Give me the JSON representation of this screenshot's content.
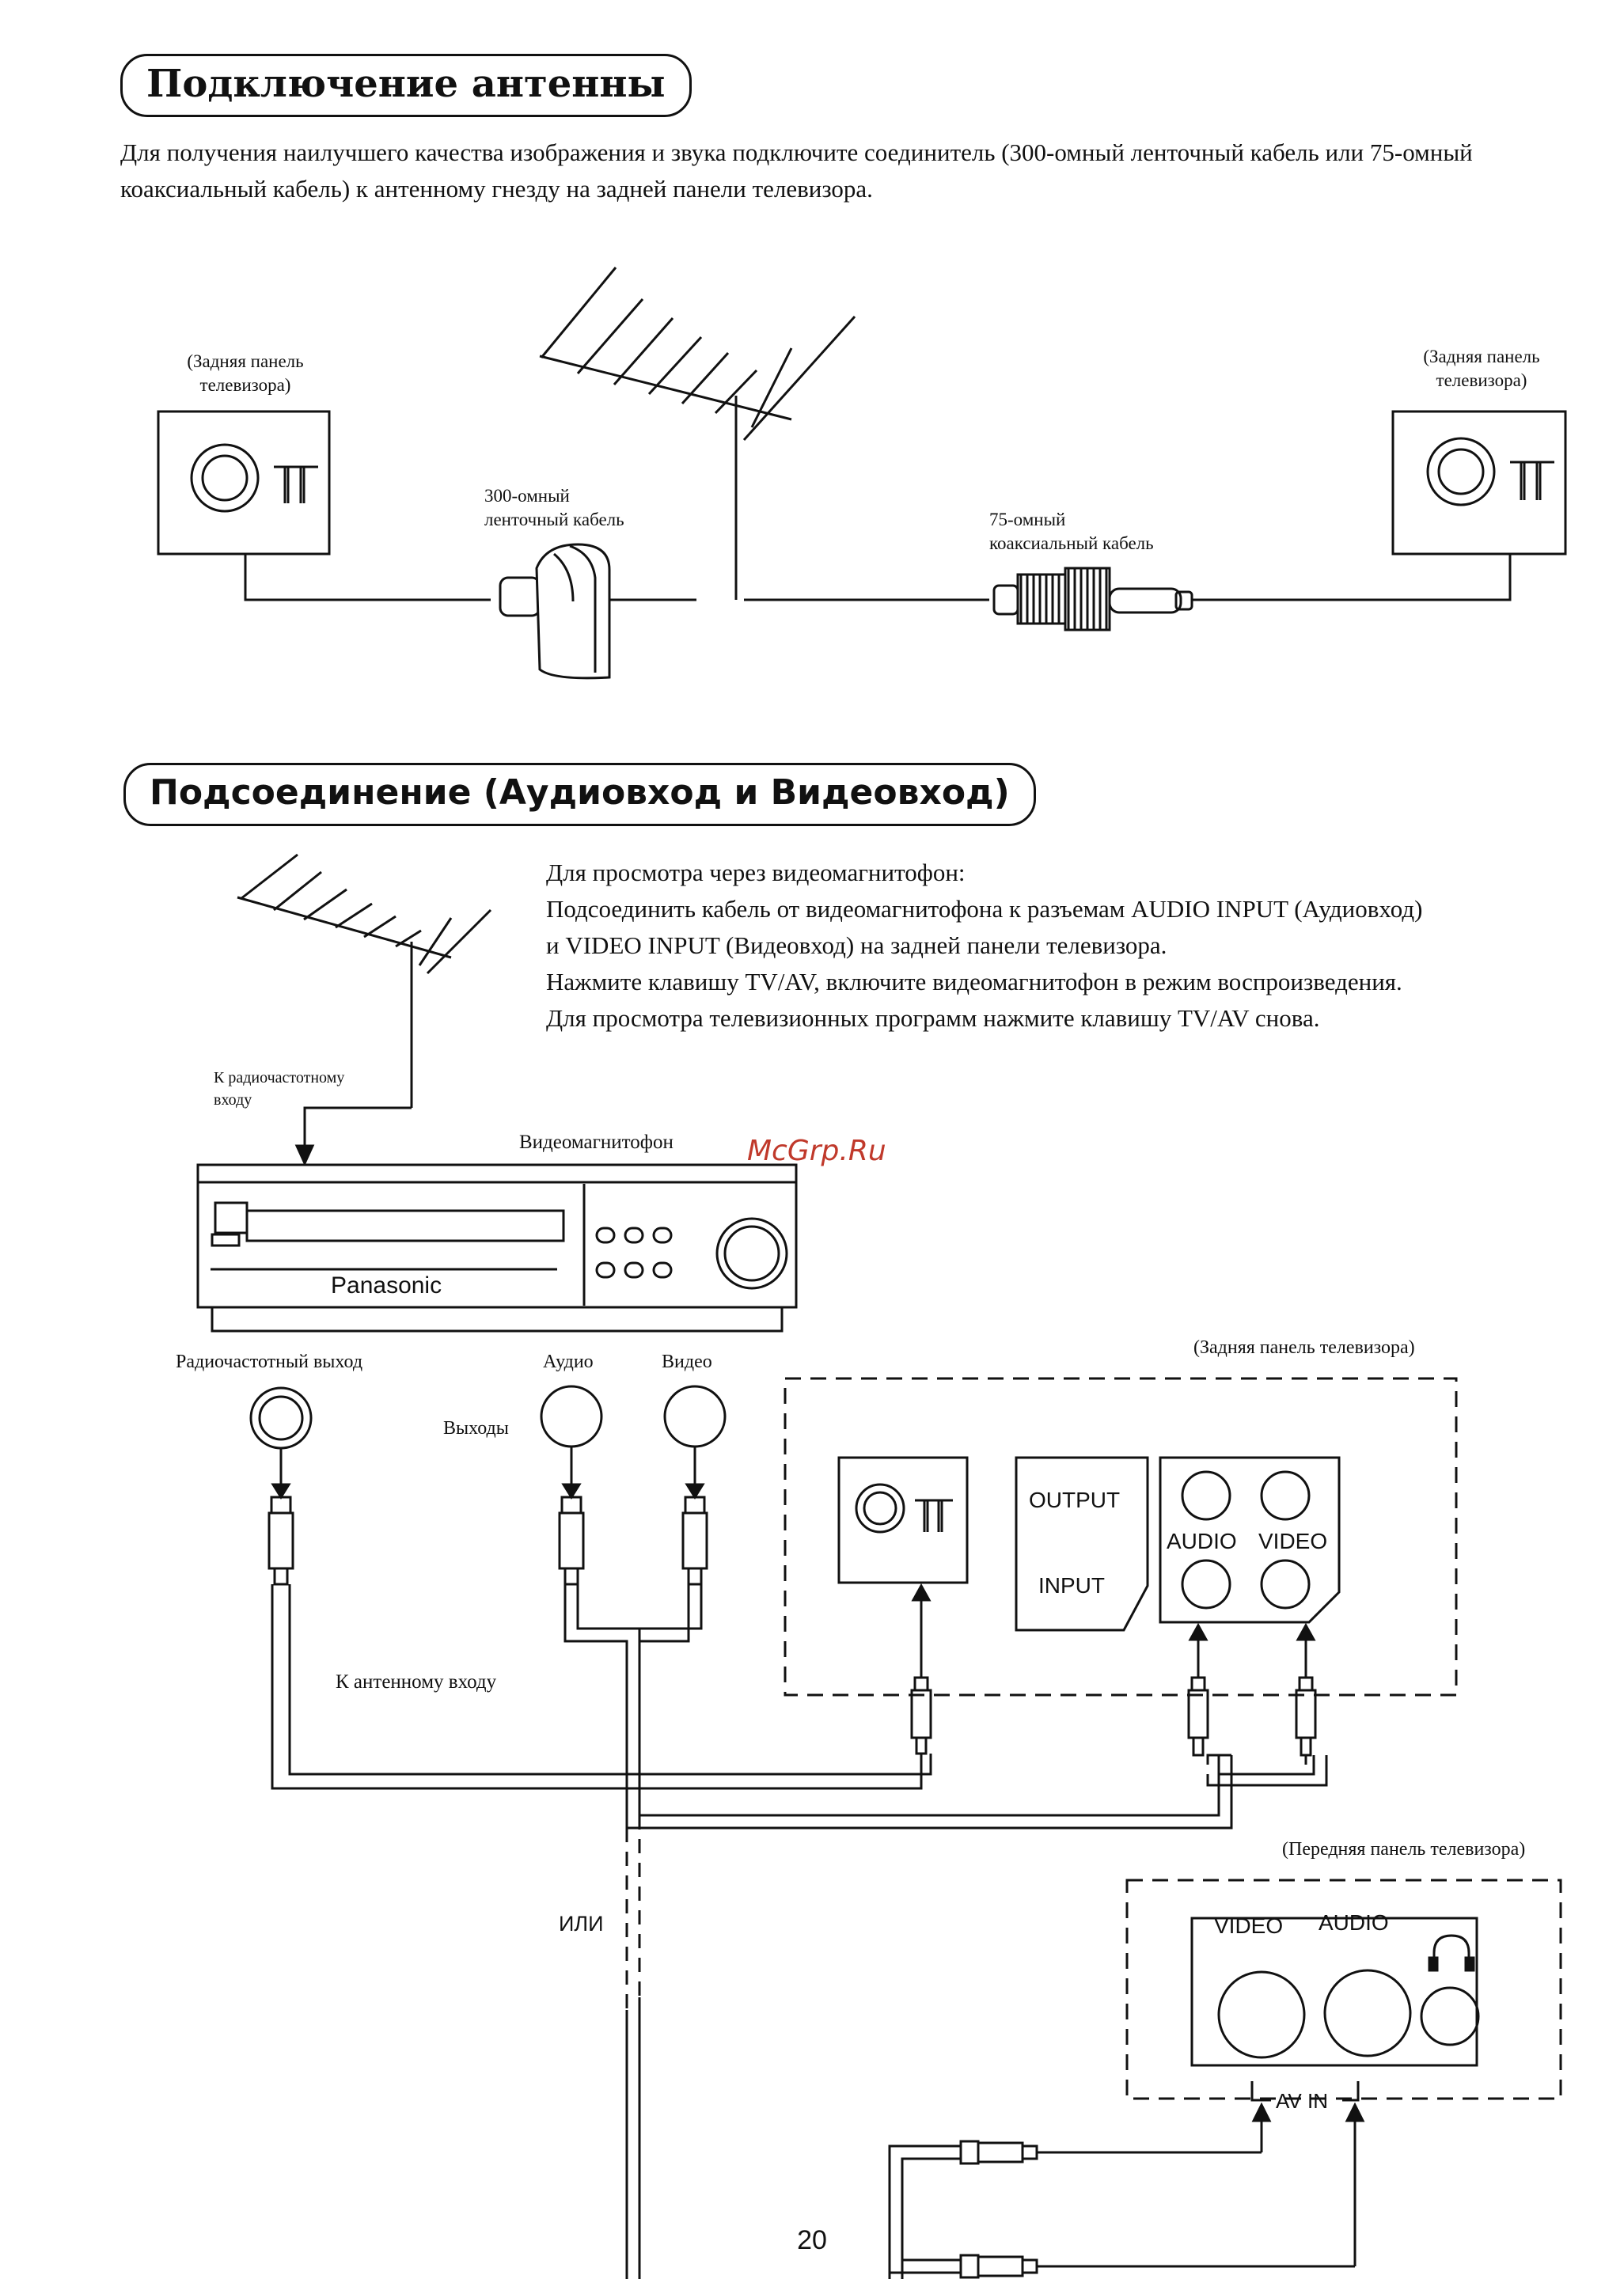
{
  "section1": {
    "title": "Подключение антенны",
    "intro": "Для получения наилучшего качества изображения и звука подключите соединитель (300-омный ленточный кабель или 75-омный коаксиальный кабель) к антенному гнезду на задней панели телевизора.",
    "tv_back_left": [
      "(Задняя панель",
      "телевизора)"
    ],
    "tv_back_right": [
      "(Задняя панель",
      "телевизора)"
    ],
    "cable300": [
      "300-омный",
      "ленточный кабель"
    ],
    "cable75": [
      "75-омный",
      "коаксиальный кабель"
    ]
  },
  "section2": {
    "title": "Подсоединение (Аудиовход и Видеовход)",
    "instructions": [
      "Для просмотра через видеомагнитофон:",
      "Подсоединить кабель от видеомагнитофона к разъемам AUDIO INPUT (Аудиовход)",
      "и VIDEO INPUT (Видеовход) на задней панели телевизора.",
      "Нажмите клавишу TV/AV, включите видеомагнитофон в режим воспроизведения.",
      "Для просмотра телевизионных программ нажмите клавишу TV/AV снова."
    ],
    "rf_in": [
      "К радиочастотному",
      "входу"
    ],
    "vcr_label": "Видеомагнитофон",
    "vcr_brand": "Panasonic",
    "rf_out": "Радиочастотный выход",
    "audio": "Аудио",
    "video": "Видео",
    "outputs": "Выходы",
    "antenna_in": "К антенному входу",
    "tv_back_panel": "(Задняя панель телевизора)",
    "tv_front_panel": "(Передняя панель телевизора)",
    "or": "ИЛИ",
    "panel_output": "OUTPUT",
    "panel_input": "INPUT",
    "panel_audio": "AUDIO",
    "panel_video": "VIDEO",
    "front_video": "VIDEO",
    "front_audio": "AUDIO",
    "av_in": "AV IN"
  },
  "watermark": "McGrp.Ru",
  "page_number": "20"
}
